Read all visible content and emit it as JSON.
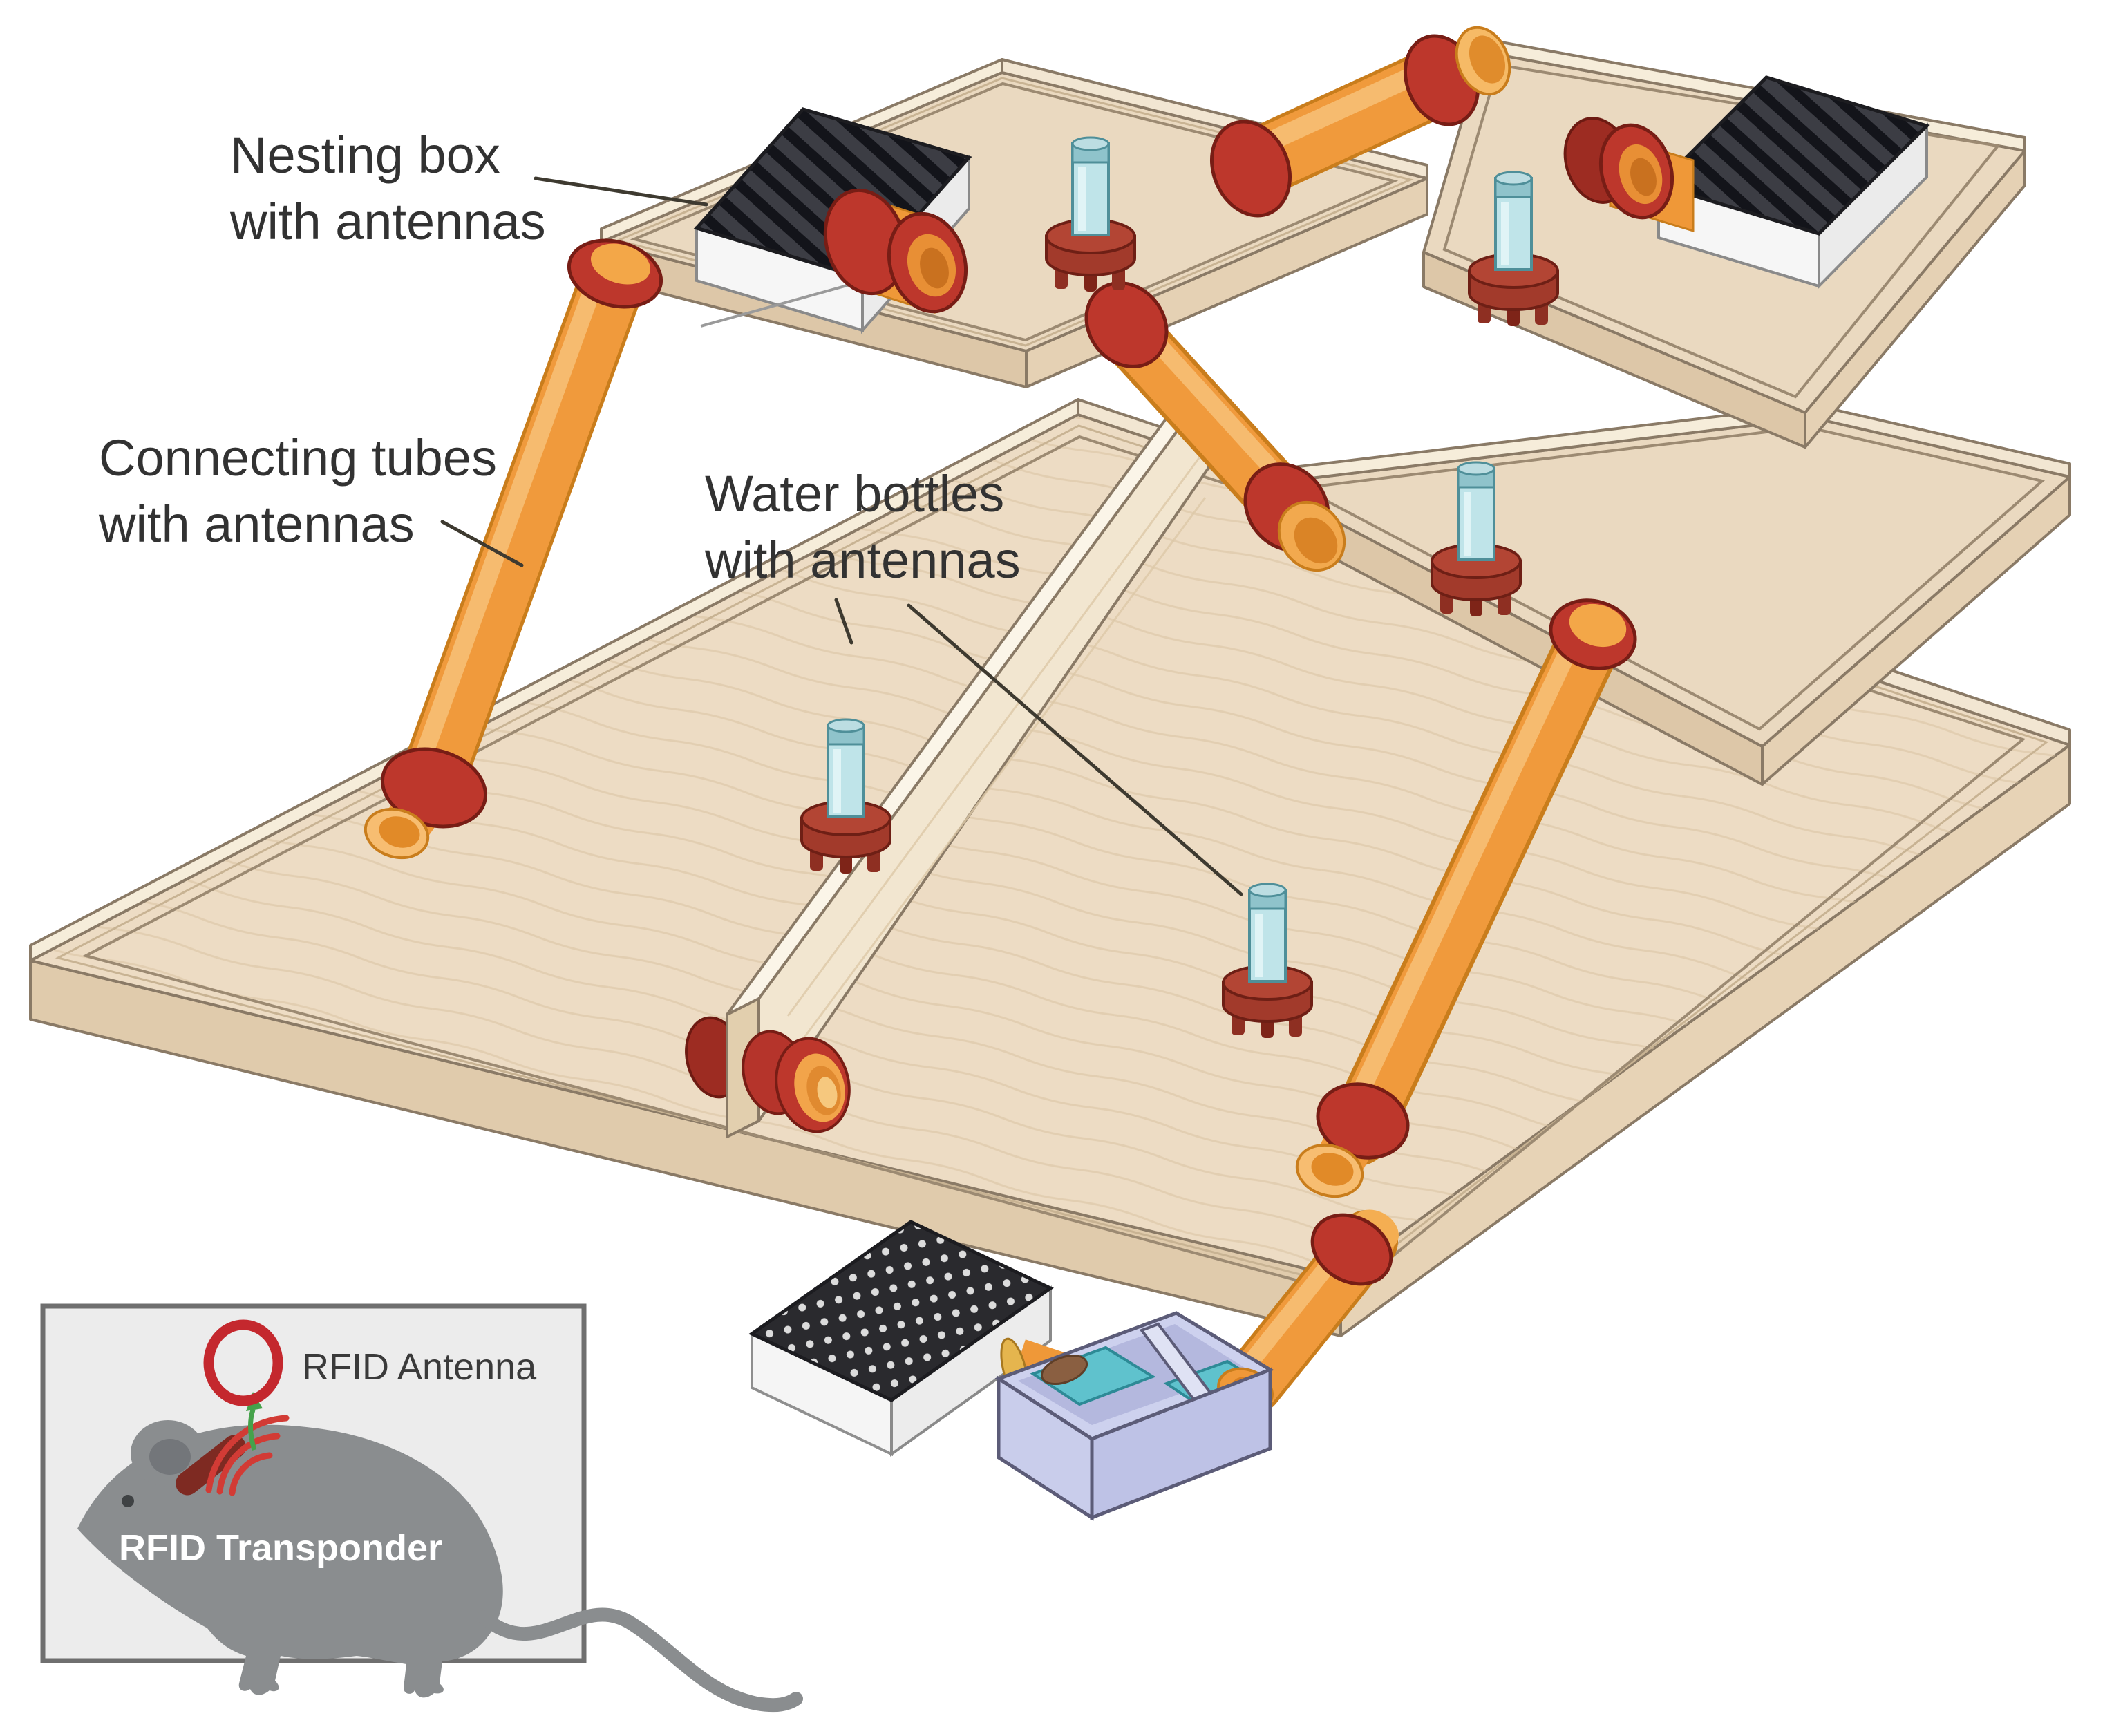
{
  "labels": {
    "nesting": {
      "line1": "Nesting box",
      "line2": "with antennas"
    },
    "connecting": {
      "line1": "Connecting tubes",
      "line2": "with antennas"
    },
    "water": {
      "line1": "Water bottles",
      "line2": "with antennas"
    }
  },
  "legend": {
    "antenna": "RFID Antenna",
    "transponder": "RFID Transponder"
  },
  "inventory": {
    "platform_count": 4,
    "nesting_box_count": 3,
    "water_bottle_count": 5,
    "connecting_tube_count": 5,
    "water_box_count": 1
  },
  "colors": {
    "background": "#ffffff",
    "wood_top": "#ead9c0",
    "wood_side": "#ddc7a8",
    "wood_lip": "#f6edda",
    "wood_outline": "#8a7a66",
    "divider_wall": "#f2e6d0",
    "tube_orange": "#f09a3c",
    "tube_shadow": "#c97d1c",
    "tube_highlight": "#f8c178",
    "antenna_ring_red": "#bd372c",
    "ring_dark": "#771d15",
    "roof_dark": "#3c3d44",
    "mesh_dark": "#2a2a2e",
    "bottle_teal": "#bfe4e9",
    "bottle_cap": "#8fc3cb",
    "bottle_base": "#a23a2b",
    "waterbox_lavender": "#c9cdeb",
    "water_teal": "#5fc2cd",
    "legend_bg": "#ececec",
    "legend_border": "#6f6f6f",
    "mouse_gray": "#8a8d8f",
    "antenna_red": "#c4282e",
    "arrow_green": "#45a24b",
    "label_text": "#323232"
  }
}
